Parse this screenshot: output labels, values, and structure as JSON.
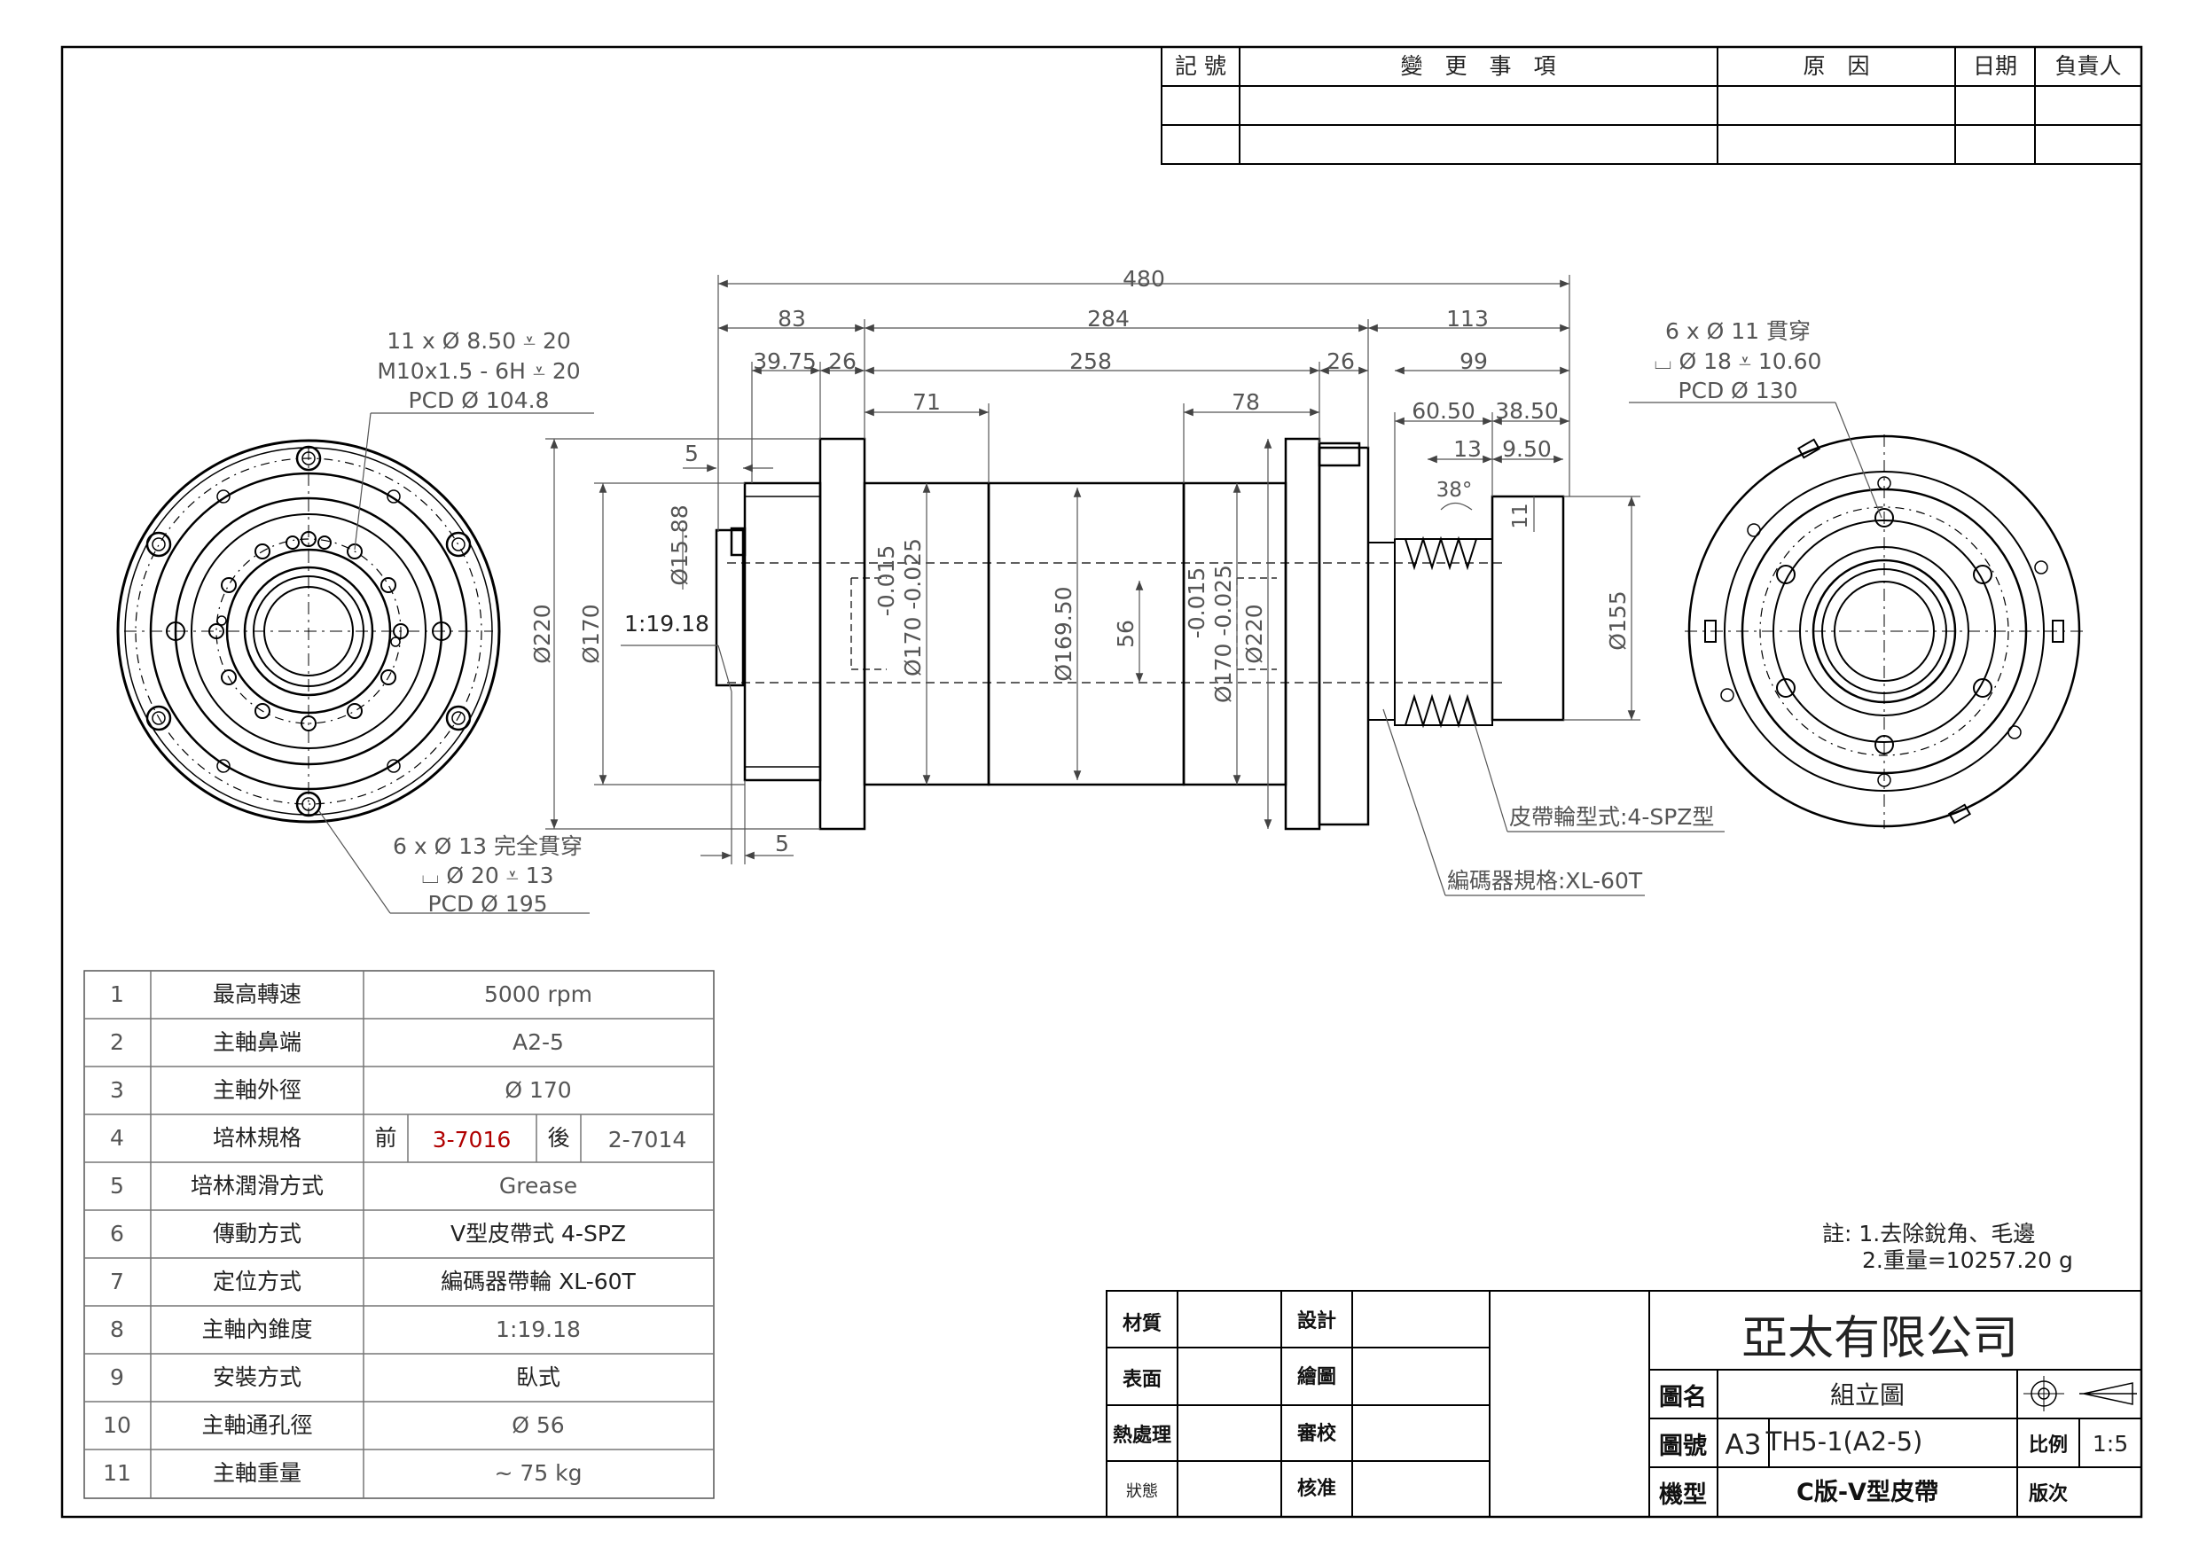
{
  "revision_table": {
    "headers": [
      "記 號",
      "變　更　事　項",
      "原　因",
      "日期",
      "負責人"
    ]
  },
  "dimensions": {
    "overall": "480",
    "seg_83": "83",
    "seg_284": "284",
    "seg_113": "113",
    "seg_39_75": "39.75",
    "seg_26a": "26",
    "seg_258": "258",
    "seg_26b": "26",
    "seg_99": "99",
    "seg_71": "71",
    "seg_78": "78",
    "seg_60_50": "60.50",
    "seg_38_50": "38.50",
    "seg_13": "13",
    "seg_9_50": "9.50",
    "angle_38": "38°",
    "seg_5_top": "5",
    "seg_5_bottom": "5",
    "dia_15_88": "Ø15.88",
    "taper": "1:19.18",
    "dia_220_left": "Ø220",
    "dia_170_left": "Ø170",
    "tol_a_1": "-0.015",
    "tol_a_2": "Ø170 -0.025",
    "dia_169_50": "Ø169.50",
    "bore_56": "56",
    "tol_b_1": "-0.015",
    "tol_b_2": "Ø170 -0.025",
    "dia_220_right": "Ø220",
    "dia_155": "Ø155",
    "h_11": "11"
  },
  "callouts": {
    "left_top_1": "11 x Ø 8.50 ⩡ 20",
    "left_top_2": "M10x1.5 - 6H ⩡ 20",
    "left_top_3": "PCD Ø 104.8",
    "left_bottom_1": "6 x Ø 13 完全貫穿",
    "left_bottom_2": "⌴ Ø 20 ⩡ 13",
    "left_bottom_3": "PCD Ø 195",
    "right_top_1": "6 x Ø 11 貫穿",
    "right_top_2": "⌴ Ø 18 ⩡ 10.60",
    "right_top_3": "PCD Ø 130",
    "pulley": "皮帶輪型式:4-SPZ型",
    "encoder": "編碼器規格:XL-60T"
  },
  "spec_table": {
    "rows": [
      {
        "no": "1",
        "item": "最高轉速",
        "value": "5000 rpm"
      },
      {
        "no": "2",
        "item": "主軸鼻端",
        "value": "A2-5"
      },
      {
        "no": "3",
        "item": "主軸外徑",
        "value": "Ø 170"
      },
      {
        "no": "4",
        "item": "培林規格",
        "front_label": "前",
        "front_value": "3-7016",
        "rear_label": "後",
        "rear_value": "2-7014"
      },
      {
        "no": "5",
        "item": "培林潤滑方式",
        "value": "Grease"
      },
      {
        "no": "6",
        "item": "傳動方式",
        "value": "V型皮帶式  4-SPZ"
      },
      {
        "no": "7",
        "item": "定位方式",
        "value": "編碼器帶輪  XL-60T"
      },
      {
        "no": "8",
        "item": "主軸內錐度",
        "value": "1:19.18"
      },
      {
        "no": "9",
        "item": "安裝方式",
        "value": "臥式"
      },
      {
        "no": "10",
        "item": "主軸通孔徑",
        "value": "Ø 56"
      },
      {
        "no": "11",
        "item": "主軸重量",
        "value": "~ 75 kg"
      }
    ]
  },
  "notes": {
    "line1": "註: 1.去除銳角、毛邊",
    "line2": "2.重量=10257.20 g"
  },
  "title_block": {
    "material": "材質",
    "surface": "表面",
    "heat": "熱處理",
    "status": "狀態",
    "design": "設計",
    "drawn": "繪圖",
    "check": "審校",
    "approve": "核准",
    "company": "亞太有限公司",
    "name_label": "圖名",
    "name_value": "組立圖",
    "no_label": "圖號",
    "size": "A3",
    "no_value": "TH5-1(A2-5)",
    "scale_label": "比例",
    "scale_value": "1:5",
    "model_label": "機型",
    "model_value": "C版-V型皮帶",
    "version_label": "版次"
  },
  "colors": {
    "line": "#000000",
    "dim": "#555555",
    "accent": "#b00000"
  }
}
